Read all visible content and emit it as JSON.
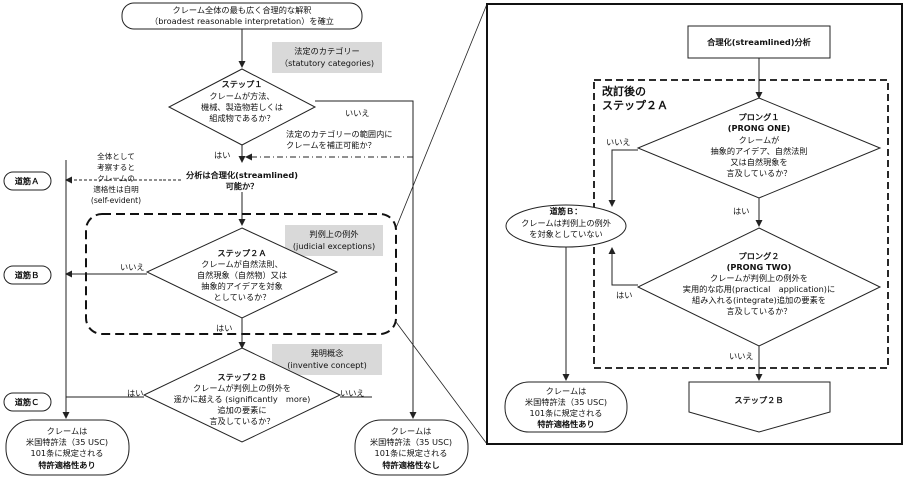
{
  "left": {
    "start": [
      "クレーム全体の最も広く合理的な解釈",
      "（broadest reasonable interpretation）を確立"
    ],
    "statutory_box": [
      "法定のカテゴリー",
      "（statutory categories)"
    ],
    "step1": [
      "ステップ１",
      "クレームが方法、",
      "機械、製造物若しくは",
      "組成物であるか？"
    ],
    "iie_1": "いいえ",
    "clarify": [
      "法定のカテゴリーの範囲内に",
      "クレームを補正可能か？"
    ],
    "hai_1": "はい",
    "whole": [
      "全体として",
      "考察すると",
      "クレームの",
      "適格性は自明",
      "(self-evident)"
    ],
    "streamlined_q": [
      "分析は合理化(streamlined)",
      "可能か？"
    ],
    "judicial_box": [
      "判例上の例外",
      "(judicial exceptions)"
    ],
    "step2a": [
      "ステップ２Ａ",
      "クレームが自然法則、",
      "自然現象（自然物）又は",
      "抽象的アイデアを対象",
      "としているか？"
    ],
    "iie_2a": "いいえ",
    "hai_2a": "はい",
    "inventive_box": [
      "発明概念",
      "(inventive concept)"
    ],
    "step2b": [
      "ステップ２Ｂ",
      "クレームが判例上の例外を",
      "遥かに越える (significantly　more)",
      "追加の要素に",
      "言及しているか？"
    ],
    "hai_2b": "はい",
    "iie_2b": "いいえ",
    "path_a": "道筋Ａ",
    "path_b": "道筋Ｂ",
    "path_c": "道筋Ｃ",
    "eligible": [
      "クレームは",
      "米国特許法（35 USC)",
      "101条に規定される",
      "特許適格性あり"
    ],
    "not_eligible": [
      "クレームは",
      "米国特許法（35 USC)",
      "101条に規定される",
      "特許適格性なし"
    ]
  },
  "right": {
    "streamlined": "合理化(streamlined)分析",
    "revised_title": [
      "改訂後の",
      "ステップ２Ａ"
    ],
    "prong1": [
      "プロング１",
      "(PRONG ONE)",
      "クレームが",
      "抽象的アイデア、自然法則",
      "又は自然現象を",
      "言及しているか？"
    ],
    "iie_p1": "いいえ",
    "hai_p1": "はい",
    "path_b": [
      "道筋Ｂ：",
      "クレームは判例上の例外",
      "を対象としていない"
    ],
    "prong2": [
      "プロング２",
      "(PRONG TWO)",
      "クレームが判例上の例外を",
      "実用的な応用(practical　application)に",
      "組み入れる(integrate)追加の要素を",
      "言及しているか？"
    ],
    "hai_p2": "はい",
    "iie_p2": "いいえ",
    "eligible": [
      "クレームは",
      "米国特許法（35 USC)",
      "101条に規定される",
      "特許適格性あり"
    ],
    "step2b": "ステップ２Ｂ"
  }
}
